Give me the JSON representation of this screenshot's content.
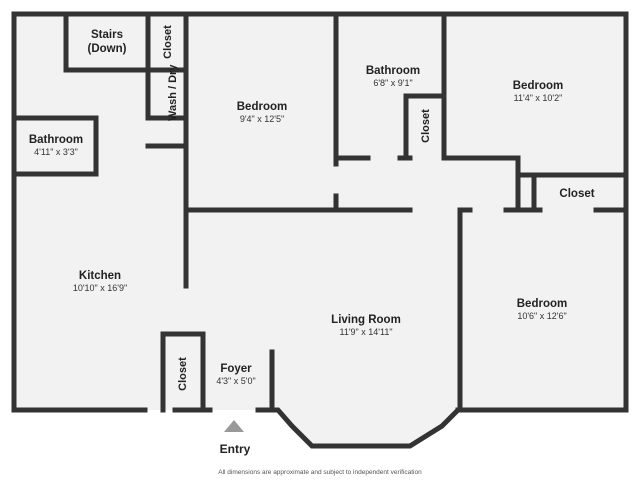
{
  "rooms": {
    "stairs": {
      "name": "Stairs (Down)"
    },
    "closet_a": {
      "name": "Closet"
    },
    "wash_dry": {
      "name": "Wash / Dry"
    },
    "bedroom_1": {
      "name": "Bedroom",
      "dim": "9'4\" x 12'5\""
    },
    "bathroom_1": {
      "name": "Bathroom",
      "dim": "6'8\" x 9'1\""
    },
    "closet_b": {
      "name": "Closet"
    },
    "bedroom_2": {
      "name": "Bedroom",
      "dim": "11'4\" x 10'2\""
    },
    "bathroom_2": {
      "name": "Bathroom",
      "dim": "4'11\" x 3'3\""
    },
    "closet_c": {
      "name": "Closet"
    },
    "kitchen": {
      "name": "Kitchen",
      "dim": "10'10\" x 16'9\""
    },
    "living": {
      "name": "Living Room",
      "dim": "11'9\" x 14'11\""
    },
    "bedroom_3": {
      "name": "Bedroom",
      "dim": "10'6\" x 12'6\""
    },
    "closet_d": {
      "name": "Closet"
    },
    "foyer": {
      "name": "Foyer",
      "dim": "4'3\" x 5'0\""
    }
  },
  "entry_label": "Entry",
  "footer_note": "All dimensions are approximate and subject to independent verification"
}
